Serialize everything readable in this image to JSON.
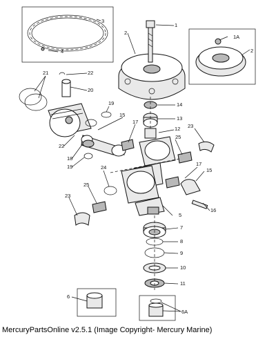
{
  "callouts": {
    "c1": "1",
    "c1A": "1A",
    "c2a": "2",
    "c2b": "2",
    "c3": "3",
    "c4": "4",
    "c5": "5",
    "c6": "6",
    "c6A": "6A",
    "c7": "7",
    "c8": "8",
    "c9": "9",
    "c10": "10",
    "c11": "11",
    "c12": "12",
    "c13": "13",
    "c14": "14",
    "c15a": "15",
    "c15b": "15",
    "c16": "16",
    "c17a": "17",
    "c17b": "17",
    "c18": "18",
    "c19a": "19",
    "c19b": "19",
    "c20": "20",
    "c21": "21",
    "c22a": "22",
    "c22b": "22",
    "c23a": "23",
    "c23b": "23",
    "c24": "24",
    "c25a": "25",
    "c25b": "25"
  },
  "caption": "MercuryPartsOnline v2.5.1 (Image Copyright- Mercury Marine)"
}
